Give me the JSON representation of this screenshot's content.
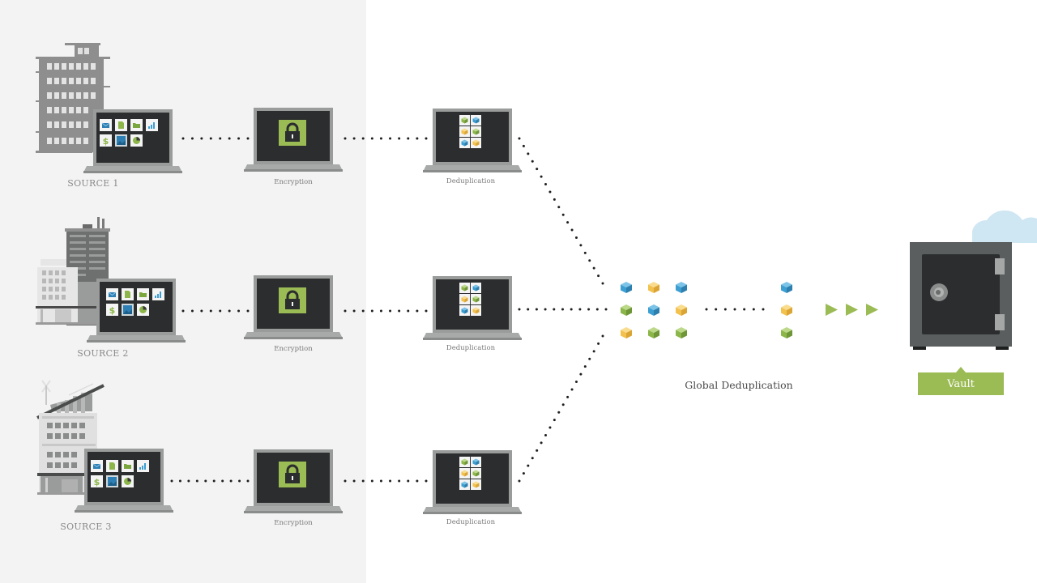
{
  "diagram": {
    "title": "Global deduplication data flow",
    "sources": [
      {
        "label": "SOURCE 1",
        "building": "office-tower"
      },
      {
        "label": "SOURCE 2",
        "building": "city-complex"
      },
      {
        "label": "SOURCE 3",
        "building": "eco-building"
      }
    ],
    "steps": {
      "encryption": "Encryption",
      "deduplication": "Deduplication"
    },
    "global_dedup_label": "Global Deduplication",
    "vault_label": "Vault",
    "file_icons": [
      "mail-icon",
      "document-icon",
      "folder-icon",
      "bar-chart-icon",
      "dollar-icon",
      "image-icon",
      "pie-chart-icon"
    ],
    "dedup_blocks": [
      "green",
      "blue",
      "yellow",
      "green",
      "blue",
      "yellow"
    ],
    "global_blocks_grid": [
      [
        "blue",
        "yellow",
        "blue"
      ],
      [
        "green",
        "blue",
        "yellow"
      ],
      [
        "yellow",
        "green",
        "green"
      ]
    ],
    "unique_blocks": [
      "blue",
      "yellow",
      "green"
    ],
    "colors": {
      "accent_green": "#9bbb55",
      "block_blue": "#3d9fd1",
      "block_yellow": "#f2c14e",
      "block_green": "#8db64a",
      "screen_dark": "#2b2d2e",
      "laptop_gray": "#9a9c9c",
      "left_panel_bg": "#f3f3f3",
      "cloud": "#cfe6f3"
    }
  }
}
